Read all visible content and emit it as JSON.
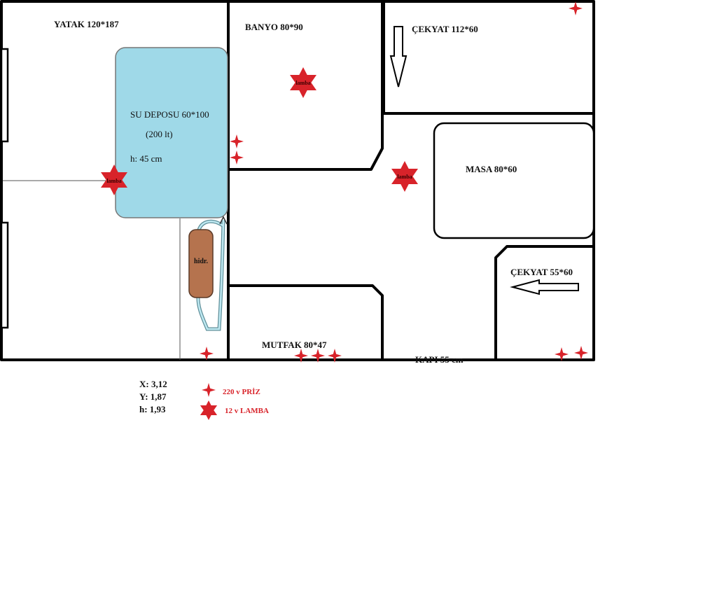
{
  "colors": {
    "wall": "#000000",
    "tank": "#9fd9e8",
    "hydrofor": "#b5734e",
    "marker": "#d8232a",
    "hose": "#9fd9e8"
  },
  "rooms": {
    "yatak": "YATAK 120*187",
    "banyo": "BANYO 80*90",
    "cekyat_top": "ÇEKYAT 112*60",
    "masa": "MASA 80*60",
    "cekyat_bottom": "ÇEKYAT 55*60",
    "mutfak": "MUTFAK 80*47",
    "kapi": "KAPI 55 cm"
  },
  "tank": {
    "title": "SU DEPOSU 60*100",
    "capacity": "(200 lt)",
    "height": "h: 45 cm"
  },
  "hydrofor_label": "hidr.",
  "lamp_label": "lamba",
  "dimensions": {
    "x": "X: 3,12",
    "y": "Y: 1,87",
    "h": "h: 1,93"
  },
  "legend": {
    "socket": "220 v PRİZ",
    "lamp": "12 v LAMBA"
  },
  "icons": {
    "socket": "four-point-star-icon",
    "lamp": "six-point-star-icon"
  }
}
